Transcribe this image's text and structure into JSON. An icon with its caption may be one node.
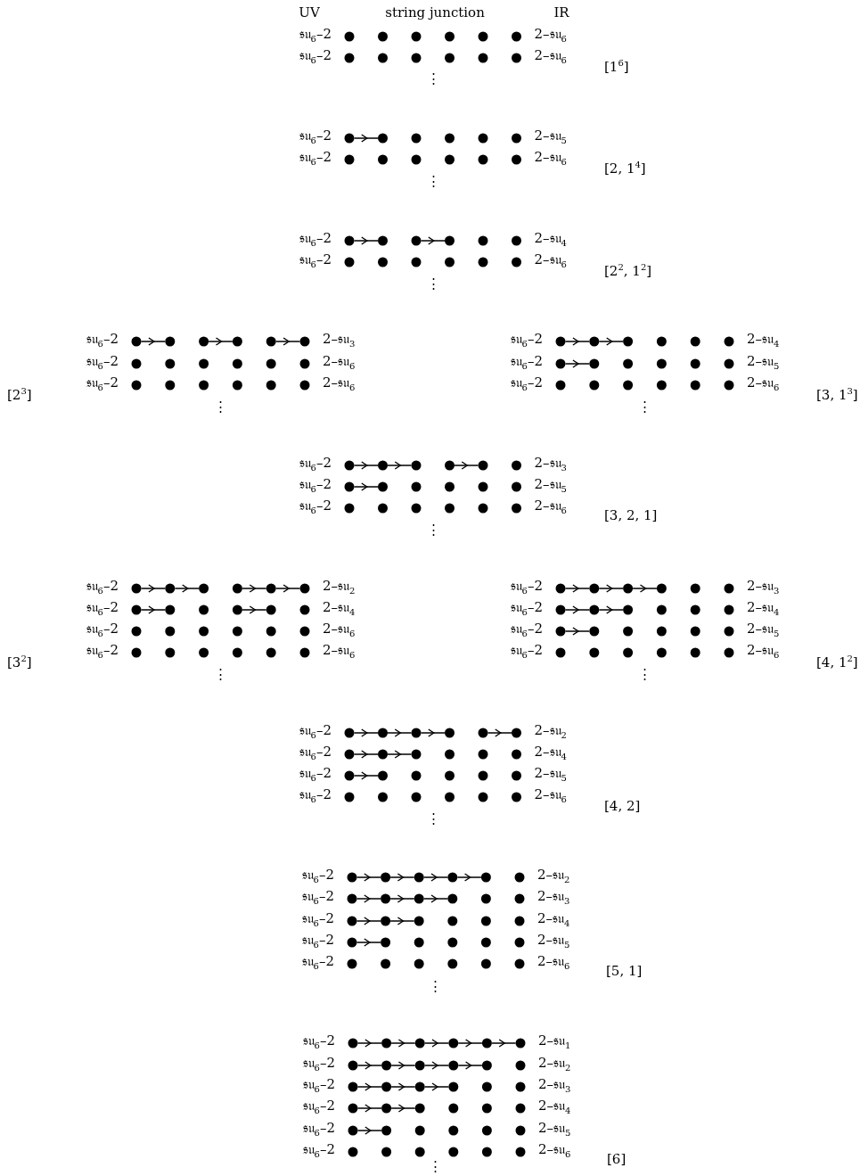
{
  "diagram": {
    "nodes": [
      {
        "text": [],
        "shape": "circle"
      },
      {
        "text": [],
        "shape": "circle"
      },
      {
        "text": [],
        "shape": "circle"
      },
      {
        "text": [],
        "shape": "circle"
      },
      {
        "text": [],
        "shape": "circle"
      },
      {
        "text": [],
        "shape": "circle"
      },
      {
        "text": [],
        "shape": "circle"
      },
      {
        "text": [],
        "shape": "circle"
      },
      {
        "text": [],
        "shape": "circle"
      },
      {
        "text": [],
        "shape": "circle"
      },
      {
        "text": [],
        "shape": "circle"
      },
      {
        "text": [],
        "shape": "circle"
      },
      {
        "text": [],
        "shape": "circle"
      },
      {
        "text": [],
        "shape": "circle"
      },
      {
        "text": [],
        "shape": "circle"
      },
      {
        "text": [],
        "shape": "circle"
      },
      {
        "text": [],
        "shape": "circle"
      },
      {
        "text": [],
        "shape": "circle"
      },
      {
        "text": [],
        "shape": "circle"
      },
      {
        "text": [],
        "shape": "circle"
      },
      {
        "text": [],
        "shape": "circle"
      },
      {
        "text": [],
        "shape": "circle"
      },
      {
        "text": [],
        "shape": "circle"
      },
      {
        "text": [],
        "shape": "circle"
      },
      {
        "text": [],
        "shape": "circle"
      },
      {
        "text": [],
        "shape": "circle"
      },
      {
        "text": [],
        "shape": "circle"
      },
      {
        "text": [],
        "shape": "circle"
      },
      {
        "text": [],
        "shape": "circle"
      },
      {
        "text": [],
        "shape": "circle"
      },
      {
        "text": [],
        "shape": "circle"
      },
      {
        "text": [],
        "shape": "circle"
      },
      {
        "text": [],
        "shape": "circle"
      },
      {
        "text": [],
        "shape": "circle"
      },
      {
        "text": [],
        "shape": "circle"
      },
      {
        "text": [],
        "shape": "circle"
      },
      {
        "text": [],
        "shape": "circle"
      },
      {
        "text": [],
        "shape": "circle"
      },
      {
        "text": [],
        "shape": "circle"
      },
      {
        "text": [],
        "shape": "circle"
      },
      {
        "text": [],
        "shape": "circle"
      },
      {
        "text": [],
        "shape": "circle"
      },
      {
        "text": [],
        "shape": "circle"
      },
      {
        "text": [],
        "shape": "circle"
      },
      {
        "text": [],
        "shape": "circle"
      },
      {
        "text": [],
        "shape": "circle"
      },
      {
        "text": [],
        "shape": "circle"
      },
      {
        "text": [],
        "shape": "circle"
      },
      {
        "text": [],
        "shape": "circle"
      },
      {
        "text": [],
        "shape": "circle"
      },
      {
        "text": [],
        "shape": "circle"
      },
      {
        "text": [],
        "shape": "circle"
      },
      {
        "text": [],
        "shape": "circle"
      },
      {
        "text": [],
        "shape": "circle"
      },
      {
        "text": [],
        "shape": "circle"
      },
      {
        "text": [],
        "shape": "circle"
      },
      {
        "text": [],
        "shape": "circle"
      },
      {
        "text": [],
        "shape": "circle"
      },
      {
        "text": [],
        "shape": "circle"
      },
      {
        "text": [],
        "shape": "circle"
      },
      {
        "text": [],
        "shape": "circle"
      },
      {
        "text": [],
        "shape": "circle"
      },
      {
        "text": [],
        "shape": "circle"
      },
      {
        "text": [],
        "shape": "circle"
      },
      {
        "text": [],
        "shape": "circle"
      },
      {
        "text": [],
        "shape": "circle"
      },
      {
        "text": [],
        "shape": "circle"
      },
      {
        "text": [],
        "shape": "circle"
      },
      {
        "text": [],
        "shape": "circle"
      },
      {
        "text": [],
        "shape": "circle"
      },
      {
        "text": [],
        "shape": "circle"
      },
      {
        "text": [],
        "shape": "circle"
      },
      {
        "text": [],
        "shape": "circle"
      },
      {
        "text": [],
        "shape": "circle"
      },
      {
        "text": [],
        "shape": "circle"
      },
      {
        "text": [],
        "shape": "circle"
      },
      {
        "text": [],
        "shape": "circle"
      },
      {
        "text": [],
        "shape": "circle"
      },
      {
        "text": [],
        "shape": "circle"
      },
      {
        "text": [],
        "shape": "circle"
      },
      {
        "text": [],
        "shape": "circle"
      },
      {
        "text": [],
        "shape": "circle"
      },
      {
        "text": [],
        "shape": "circle"
      },
      {
        "text": [],
        "shape": "circle"
      },
      {
        "text": [],
        "shape": "circle"
      },
      {
        "text": [],
        "shape": "circle"
      },
      {
        "text": [],
        "shape": "circle"
      },
      {
        "text": [],
        "shape": "circle"
      },
      {
        "text": [],
        "shape": "circle"
      },
      {
        "text": [],
        "shape": "circle"
      },
      {
        "text": [],
        "shape": "circle"
      },
      {
        "text": [],
        "shape": "circle"
      },
      {
        "text": [],
        "shape": "circle"
      },
      {
        "text": [],
        "shape": "circle"
      },
      {
        "text": [],
        "shape": "circle"
      },
      {
        "text": [],
        "shape": "circle"
      },
      {
        "text": [],
        "shape": "circle"
      },
      {
        "text": [],
        "shape": "circle"
      },
      {
        "text": [],
        "shape": "circle"
      },
      {
        "text": [],
        "shape": "circle"
      },
      {
        "text": [],
        "shape": "circle"
      },
      {
        "text": [],
        "shape": "circle"
      },
      {
        "text": [],
        "shape": "circle"
      },
      {
        "text": [],
        "shape": "circle"
      },
      {
        "text": [],
        "shape": "circle"
      },
      {
        "text": [],
        "shape": "circle"
      },
      {
        "text": [],
        "shape": "circle"
      },
      {
        "text": [],
        "shape": "circle"
      },
      {
        "text": [],
        "shape": "circle"
      },
      {
        "text": [],
        "shape": "circle"
      },
      {
        "text": [],
        "shape": "circle"
      },
      {
        "text": [],
        "shape": "circle"
      },
      {
        "text": [],
        "shape": "circle"
      },
      {
        "text": [],
        "shape": "circle"
      },
      {
        "text": [],
        "shape": "circle"
      },
      {
        "text": [],
        "shape": "circle"
      },
      {
        "text": [],
        "shape": "circle"
      },
      {
        "text": [],
        "shape": "circle"
      },
      {
        "text": [],
        "shape": "circle"
      },
      {
        "text": [],
        "shape": "circle"
      },
      {
        "text": [],
        "shape": "circle"
      },
      {
        "text": [],
        "shape": "circle"
      },
      {
        "text": [],
        "shape": "circle"
      },
      {
        "text": [],
        "shape": "circle"
      },
      {
        "text": [],
        "shape": "circle"
      },
      {
        "text": [],
        "shape": "circle"
      },
      {
        "text": [],
        "shape": "circle"
      },
      {
        "text": [],
        "shape": "circle"
      },
      {
        "text": [],
        "shape": "circle"
      },
      {
        "text": [],
        "shape": "circle"
      },
      {
        "text": [],
        "shape": "circle"
      },
      {
        "text": [],
        "shape": "circle"
      },
      {
        "text": [],
        "shape": "circle"
      },
      {
        "text": [],
        "shape": "circle"
      },
      {
        "text": [],
        "shape": "circle"
      },
      {
        "text": [],
        "shape": "circle"
      },
      {
        "text": [],
        "shape": "circle"
      },
      {
        "text": [],
        "shape": "circle"
      },
      {
        "text": [],
        "shape": "circle"
      },
      {
        "text": [],
        "shape": "circle"
      },
      {
        "text": [],
        "shape": "circle"
      },
      {
        "text": [],
        "shape": "circle"
      },
      {
        "text": [],
        "shape": "circle"
      },
      {
        "text": [],
        "shape": "circle"
      },
      {
        "text": [],
        "shape": "circle"
      },
      {
        "text": [],
        "shape": "circle"
      },
      {
        "text": [],
        "shape": "circle"
      },
      {
        "text": [],
        "shape": "circle"
      },
      {
        "text": [],
        "shape": "circle"
      },
      {
        "text": [],
        "shape": "circle"
      },
      {
        "text": [],
        "shape": "circle"
      },
      {
        "text": [],
        "shape": "circle"
      },
      {
        "text": [],
        "shape": "circle"
      },
      {
        "text": [],
        "shape": "circle"
      },
      {
        "text": [],
        "shape": "circle"
      },
      {
        "text": [],
        "shape": "circle"
      },
      {
        "text": [],
        "shape": "circle"
      },
      {
        "text": [],
        "shape": "circle"
      },
      {
        "text": [],
        "shape": "circle"
      },
      {
        "text": [],
        "shape": "circle"
      },
      {
        "text": [],
        "shape": "circle"
      },
      {
        "text": [],
        "shape": "circle"
      },
      {
        "text": [],
        "shape": "circle"
      },
      {
        "text": [],
        "shape": "circle"
      },
      {
        "text": [],
        "shape": "circle"
      },
      {
        "text": [],
        "shape": "circle"
      },
      {
        "text": [],
        "shape": "circle"
      },
      {
        "text": [],
        "shape": "circle"
      },
      {
        "text": [],
        "shape": "circle"
      },
      {
        "text": [],
        "shape": "circle"
      },
      {
        "text": [],
        "shape": "circle"
      },
      {
        "text": [],
        "shape": "circle"
      },
      {
        "text": [],
        "shape": "circle"
      },
      {
        "text": [],
        "shape": "circle"
      },
      {
        "text": [],
        "shape": "circle"
      },
      {
        "text": [],
        "shape": "circle"
      },
      {
        "text": [],
        "shape": "circle"
      },
      {
        "text": [],
        "shape": "circle"
      },
      {
        "text": [],
        "shape": "circle"
      },
      {
        "text": [],
        "shape": "circle"
      },
      {
        "text": [],
        "shape": "circle"
      },
      {
        "text": [],
        "shape": "circle"
      },
      {
        "text": [],
        "shape": "circle"
      },
      {
        "text": [],
        "shape": "circle"
      },
      {
        "text": [],
        "shape": "circle"
      },
      {
        "text": [],
        "shape": "circle"
      },
      {
        "text": [],
        "shape": "circle"
      },
      {
        "text": [],
        "shape": "circle"
      },
      {
        "text": [],
        "shape": "circle"
      },
      {
        "text": [],
        "shape": "circle"
      },
      {
        "text": [],
        "shape": "circle"
      },
      {
        "text": [],
        "shape": "circle"
      },
      {
        "text": [],
        "shape": "circle"
      },
      {
        "text": [],
        "shape": "circle"
      },
      {
        "text": [],
        "shape": "circle"
      },
      {
        "text": [],
        "shape": "circle"
      },
      {
        "text": [],
        "shape": "circle"
      },
      {
        "text": [],
        "shape": "circle"
      },
      {
        "text": [],
        "shape": "circle"
      },
      {
        "text": [],
        "shape": "circle"
      },
      {
        "text": [],
        "shape": "circle"
      },
      {
        "text": [],
        "shape": "circle"
      },
      {
        "text": [],
        "shape": "circle"
      },
      {
        "text": [],
        "shape": "circle"
      },
      {
        "text": [],
        "shape": "circle"
      },
      {
        "text": [],
        "shape": "circle"
      },
      {
        "text": [],
        "shape": "circle"
      },
      {
        "text": [],
        "shape": "circle"
      },
      {
        "text": [],
        "shape": "circle"
      },
      {
        "text": [],
        "shape": "circle"
      },
      {
        "text": [],
        "shape": "circle"
      },
      {
        "text": [],
        "shape": "circle"
      },
      {
        "text": [],
        "shape": "circle"
      },
      {
        "text": [],
        "shape": "circle"
      },
      {
        "text": [],
        "shape": "circle"
      },
      {
        "text": [],
        "shape": "circle"
      },
      {
        "text": [],
        "shape": "circle"
      },
      {
        "text": [],
        "shape": "circle"
      },
      {
        "text": [],
        "shape": "circle"
      },
      {
        "text": [],
        "shape": "circle"
      },
      {
        "text": [],
        "shape": "circle"
      },
      {
        "text": [],
        "shape": "circle"
      },
      {
        "text": [],
        "shape": "circle"
      },
      {
        "text": [],
        "shape": "circle"
      },
      {
        "text": [],
        "shape": "circle"
      },
      {
        "text": [],
        "shape": "circle"
      },
      {
        "text": [],
        "shape": "circle"
      },
      {
        "text": [],
        "shape": "circle"
      }
    ],
    "edges": [
      {
        "from": 12,
        "to": 13,
        "arrow": "to"
      },
      {
        "from": 24,
        "to": 25,
        "arrow": "to"
      },
      {
        "from": 26,
        "to": 27,
        "arrow": "to"
      },
      {
        "from": 36,
        "to": 37,
        "arrow": "to"
      },
      {
        "from": 38,
        "to": 39,
        "arrow": "to"
      },
      {
        "from": 40,
        "to": 41,
        "arrow": "to"
      },
      {
        "from": 54,
        "to": 55,
        "arrow": "to"
      },
      {
        "from": 55,
        "to": 56,
        "arrow": "to"
      },
      {
        "from": 60,
        "to": 61,
        "arrow": "to"
      },
      {
        "from": 72,
        "to": 73,
        "arrow": "to"
      },
      {
        "from": 73,
        "to": 74,
        "arrow": "to"
      },
      {
        "from": 75,
        "to": 76,
        "arrow": "to"
      },
      {
        "from": 78,
        "to": 79,
        "arrow": "to"
      },
      {
        "from": 90,
        "to": 91,
        "arrow": "to"
      },
      {
        "from": 91,
        "to": 92,
        "arrow": "to"
      },
      {
        "from": 93,
        "to": 94,
        "arrow": "to"
      },
      {
        "from": 94,
        "to": 95,
        "arrow": "to"
      },
      {
        "from": 96,
        "to": 97,
        "arrow": "to"
      },
      {
        "from": 99,
        "to": 100,
        "arrow": "to"
      },
      {
        "from": 114,
        "to": 115,
        "arrow": "to"
      },
      {
        "from": 115,
        "to": 116,
        "arrow": "to"
      },
      {
        "from": 116,
        "to": 117,
        "arrow": "to"
      },
      {
        "from": 120,
        "to": 121,
        "arrow": "to"
      },
      {
        "from": 121,
        "to": 122,
        "arrow": "to"
      },
      {
        "from": 126,
        "to": 127,
        "arrow": "to"
      },
      {
        "from": 138,
        "to": 139,
        "arrow": "to"
      },
      {
        "from": 139,
        "to": 140,
        "arrow": "to"
      },
      {
        "from": 140,
        "to": 141,
        "arrow": "to"
      },
      {
        "from": 142,
        "to": 143,
        "arrow": "to"
      },
      {
        "from": 144,
        "to": 145,
        "arrow": "to"
      },
      {
        "from": 145,
        "to": 146,
        "arrow": "to"
      },
      {
        "from": 150,
        "to": 151,
        "arrow": "to"
      },
      {
        "from": 162,
        "to": 163,
        "arrow": "to"
      },
      {
        "from": 163,
        "to": 164,
        "arrow": "to"
      },
      {
        "from": 164,
        "to": 165,
        "arrow": "to"
      },
      {
        "from": 165,
        "to": 166,
        "arrow": "to"
      },
      {
        "from": 168,
        "to": 169,
        "arrow": "to"
      },
      {
        "from": 169,
        "to": 170,
        "arrow": "to"
      },
      {
        "from": 170,
        "to": 171,
        "arrow": "to"
      },
      {
        "from": 174,
        "to": 175,
        "arrow": "to"
      },
      {
        "from": 175,
        "to": 176,
        "arrow": "to"
      },
      {
        "from": 180,
        "to": 181,
        "arrow": "to"
      },
      {
        "from": 192,
        "to": 193,
        "arrow": "to"
      },
      {
        "from": 193,
        "to": 194,
        "arrow": "to"
      },
      {
        "from": 194,
        "to": 195,
        "arrow": "to"
      },
      {
        "from": 195,
        "to": 196,
        "arrow": "to"
      },
      {
        "from": 196,
        "to": 197,
        "arrow": "to"
      },
      {
        "from": 198,
        "to": 199,
        "arrow": "to"
      },
      {
        "from": 199,
        "to": 200,
        "arrow": "to"
      },
      {
        "from": 200,
        "to": 201,
        "arrow": "to"
      },
      {
        "from": 201,
        "to": 202,
        "arrow": "to"
      },
      {
        "from": 204,
        "to": 205,
        "arrow": "to"
      },
      {
        "from": 205,
        "to": 206,
        "arrow": "to"
      },
      {
        "from": 206,
        "to": 207,
        "arrow": "to"
      },
      {
        "from": 210,
        "to": 211,
        "arrow": "to"
      },
      {
        "from": 211,
        "to": 212,
        "arrow": "to"
      },
      {
        "from": 216,
        "to": 217,
        "arrow": "to"
      }
    ],
    "labels": [
      "UV",
      "string junction",
      "IR",
      "𝔰𝔲$_{6}$–2",
      "2–𝔰𝔲$_{6}$",
      "𝔰𝔲$_{6}$–2",
      "2–𝔰𝔲$_{6}$",
      "⋮",
      "[1$^{6}$]",
      "𝔰𝔲$_{6}$–2",
      "2–𝔰𝔲$_{5}$",
      "𝔰𝔲$_{6}$–2",
      "2–𝔰𝔲$_{6}$",
      "⋮",
      "[2, 1$^{4}$]",
      "𝔰𝔲$_{6}$–2",
      "2–𝔰𝔲$_{4}$",
      "𝔰𝔲$_{6}$–2",
      "2–𝔰𝔲$_{6}$",
      "⋮",
      "[2$^{2}$, 1$^{2}$]",
      "𝔰𝔲$_{6}$–2",
      "2–𝔰𝔲$_{3}$",
      "𝔰𝔲$_{6}$–2",
      "2–𝔰𝔲$_{6}$",
      "𝔰𝔲$_{6}$–2",
      "2–𝔰𝔲$_{6}$",
      "⋮",
      "[2$^{3}$]",
      "𝔰𝔲$_{6}$–2",
      "2–𝔰𝔲$_{4}$",
      "𝔰𝔲$_{6}$–2",
      "2–𝔰𝔲$_{5}$",
      "𝔰𝔲$_{6}$–2",
      "2–𝔰𝔲$_{6}$",
      "⋮",
      "[3, 1$^{3}$]",
      "𝔰𝔲$_{6}$–2",
      "2–𝔰𝔲$_{3}$",
      "𝔰𝔲$_{6}$–2",
      "2–𝔰𝔲$_{5}$",
      "𝔰𝔲$_{6}$–2",
      "2–𝔰𝔲$_{6}$",
      "⋮",
      "[3, 2, 1]",
      "𝔰𝔲$_{6}$–2",
      "2–𝔰𝔲$_{2}$",
      "𝔰𝔲$_{6}$–2",
      "2–𝔰𝔲$_{4}$",
      "𝔰𝔲$_{6}$–2",
      "2–𝔰𝔲$_{6}$",
      "𝔰𝔲$_{6}$–2",
      "2–𝔰𝔲$_{6}$",
      "⋮",
      "[3$^{2}$]",
      "𝔰𝔲$_{6}$–2",
      "2–𝔰𝔲$_{3}$",
      "𝔰𝔲$_{6}$–2",
      "2–𝔰𝔲$_{4}$",
      "𝔰𝔲$_{6}$–2",
      "2–𝔰𝔲$_{5}$",
      "𝔰𝔲$_{6}$–2",
      "2–𝔰𝔲$_{6}$",
      "⋮",
      "[4, 1$^{2}$]",
      "𝔰𝔲$_{6}$–2",
      "2–𝔰𝔲$_{2}$",
      "𝔰𝔲$_{6}$–2",
      "2–𝔰𝔲$_{4}$",
      "𝔰𝔲$_{6}$–2",
      "2–𝔰𝔲$_{5}$",
      "𝔰𝔲$_{6}$–2",
      "2–𝔰𝔲$_{6}$",
      "⋮",
      "[4, 2]",
      "𝔰𝔲$_{6}$–2",
      "2–𝔰𝔲$_{2}$",
      "𝔰𝔲$_{6}$–2",
      "2–𝔰𝔲$_{3}$",
      "𝔰𝔲$_{6}$–2",
      "2–𝔰𝔲$_{4}$",
      "𝔰𝔲$_{6}$–2",
      "2–𝔰𝔲$_{5}$",
      "𝔰𝔲$_{6}$–2",
      "2–𝔰𝔲$_{6}$",
      "⋮",
      "[5, 1]",
      "𝔰𝔲$_{6}$–2",
      "2–𝔰𝔲$_{1}$",
      "𝔰𝔲$_{6}$–2",
      "2–𝔰𝔲$_{2}$",
      "𝔰𝔲$_{6}$–2",
      "2–𝔰𝔲$_{3}$",
      "𝔰𝔲$_{6}$–2",
      "2–𝔰𝔲$_{4}$",
      "𝔰𝔲$_{6}$–2",
      "2–𝔰𝔲$_{5}$",
      "𝔰𝔲$_{6}$–2",
      "2–𝔰𝔲$_{6}$",
      "⋮",
      "[6]"
    ]
  }
}
